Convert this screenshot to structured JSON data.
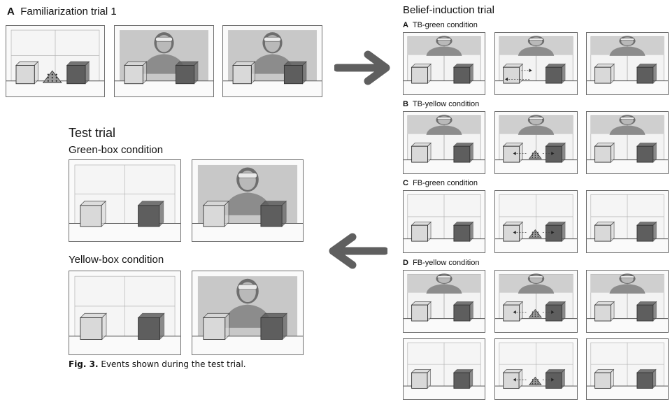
{
  "section_a": {
    "letter": "A",
    "title": "Familiarization trial 1"
  },
  "belief": {
    "title": "Belief-induction trial",
    "conditions": [
      {
        "letter": "A",
        "name": "TB-green condition"
      },
      {
        "letter": "B",
        "name": "TB-yellow condition"
      },
      {
        "letter": "C",
        "name": "FB-green condition"
      },
      {
        "letter": "D",
        "name": "FB-yellow condition"
      }
    ]
  },
  "test": {
    "title": "Test trial",
    "green_label": "Green-box condition",
    "yellow_label": "Yellow-box condition"
  },
  "caption": {
    "fig": "Fig. 3.",
    "text": " Events shown during the test trial."
  },
  "colors": {
    "yellow_box": "#d9d9d9",
    "green_box": "#5e5e5e",
    "arrow": "#5f5f5f",
    "window_bg": "#cfcfcf"
  }
}
